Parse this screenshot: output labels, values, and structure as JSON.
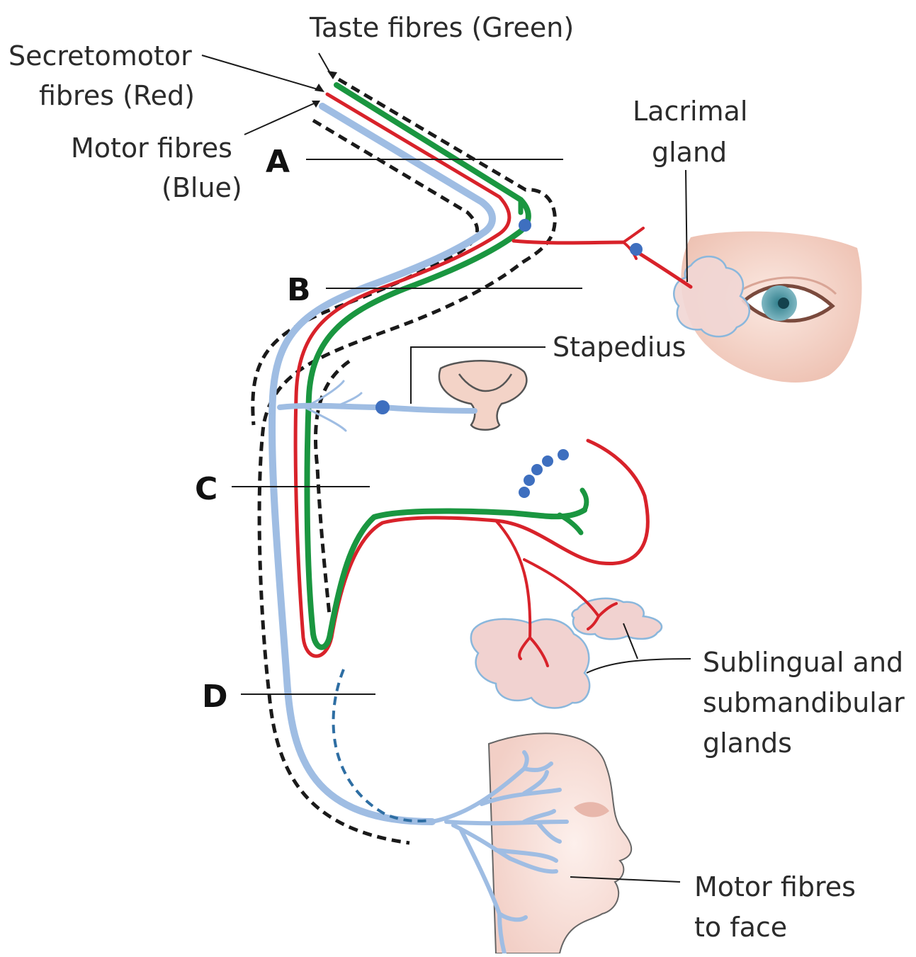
{
  "labels": {
    "taste": "Taste fibres (Green)",
    "secretomotor_1": "Secretomotor",
    "secretomotor_2": "fibres (Red)",
    "motor_1": "Motor fibres",
    "motor_2": "(Blue)",
    "lacrimal_1": "Lacrimal",
    "lacrimal_2": "gland",
    "stapedius": "Stapedius",
    "glands_1": "Sublingual and",
    "glands_2": "submandibular",
    "glands_3": "glands",
    "face_1": "Motor fibres",
    "face_2": "to face"
  },
  "levels": {
    "a": "A",
    "b": "B",
    "c": "C",
    "d": "D"
  },
  "colors": {
    "taste": "#1a9640",
    "secretomotor": "#d8222a",
    "motor": "#9fbde3",
    "ganglion": "#3e6fbf",
    "outline": "#1a1a1a",
    "skin": "#f3d3c7",
    "gland_fill": "#f1d2d0",
    "gland_edge": "#8ab7dc"
  }
}
